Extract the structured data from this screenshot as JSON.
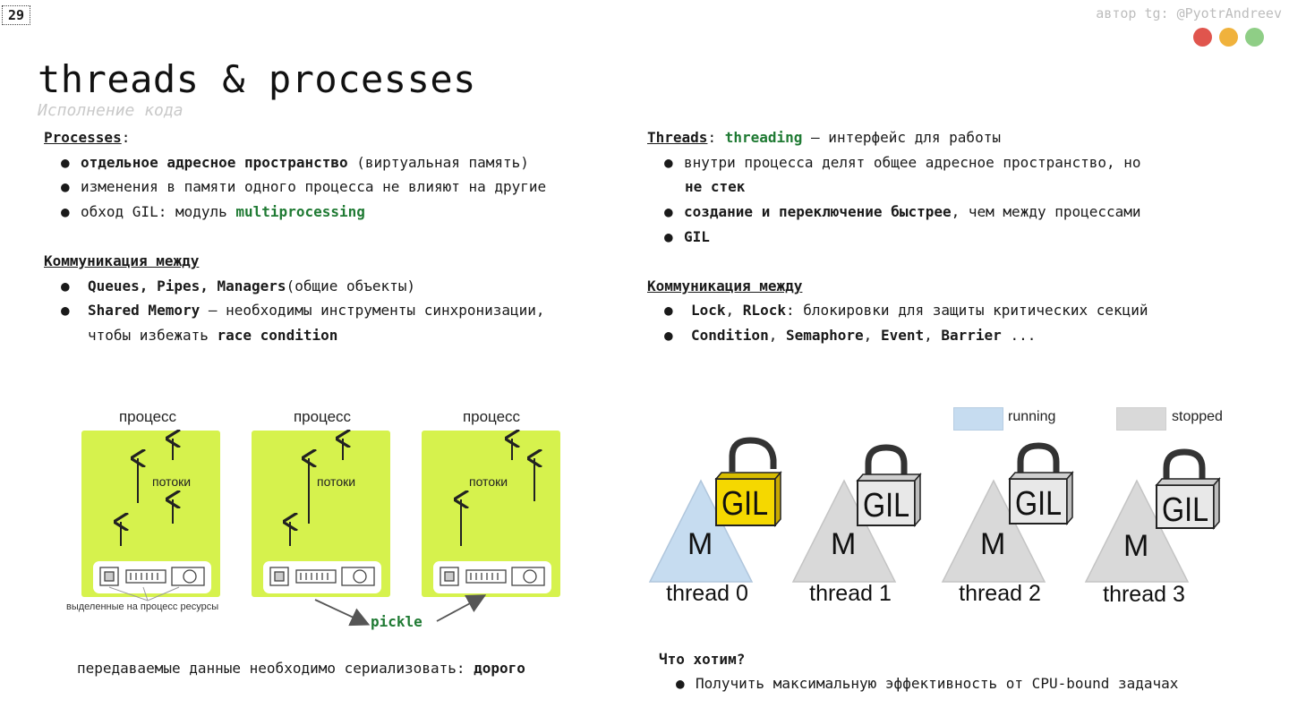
{
  "slide_number": "29",
  "author": "автор tg: @PyotrAndreev",
  "window_dots": [
    "#e0554d",
    "#f0b23c",
    "#8fce86"
  ],
  "title": "threads & processes",
  "subtitle": "Исполнение кода",
  "left": {
    "heading": "Processes",
    "heading_suffix": ":",
    "bullets": [
      {
        "bold": "отдельное адресное пространство",
        "rest": " (виртуальная память)"
      },
      {
        "text": "изменения в памяти одного процесса не влияют на другие"
      },
      {
        "text": "обход GIL: модуль ",
        "green": "multiprocessing"
      }
    ],
    "comm_heading": "Коммуникация между",
    "comm_bullets": [
      {
        "bold": "Queues, Pipes, Managers",
        "rest": "(общие объекты)"
      },
      {
        "bold": "Shared Memory",
        "rest": " – необходимы инструменты синхронизации,",
        "cont": "чтобы избежать ",
        "cont_bold": "race condition"
      }
    ]
  },
  "right": {
    "heading": "Threads",
    "heading_sep": ": ",
    "heading_green": "threading",
    "heading_rest": " – интерфейс для работы",
    "bullets": [
      {
        "text": "внутри процесса делят общее адресное пространство, но",
        "cont_bold": "не стек"
      },
      {
        "bold": "создание и переключение быстрее",
        "rest": ", чем между процессами"
      },
      {
        "text": "GIL"
      }
    ],
    "comm_heading": "Коммуникация между",
    "comm_bullets": [
      {
        "bold": "Lock",
        "sep": ", ",
        "bold2": "RLock",
        "rest": ": блокировки для защиты критических секций"
      },
      {
        "bold": "Condition",
        "sep": ", ",
        "bold2": "Semaphore",
        "sep2": ", ",
        "bold3": "Event",
        "sep3": ", ",
        "bold4": "Barrier",
        "rest": " ..."
      }
    ]
  },
  "diagram_processes": {
    "labels": [
      "процесс",
      "процесс",
      "процесс"
    ],
    "threads_label": "потоки",
    "resources_caption": "выделенные на процесс ресурсы",
    "pickle": "pickle",
    "colors": {
      "box": "#d6f24d"
    }
  },
  "bottom_left": {
    "text": "передаваемые данные необходимо сериализовать: ",
    "bold": "дорого"
  },
  "diagram_gil": {
    "legend": [
      {
        "label": "running",
        "color": "#c6dcf0"
      },
      {
        "label": "stopped",
        "color": "#d9d9d9"
      }
    ],
    "lock_text": "GIL",
    "m_label": "M",
    "threads": [
      "thread 0",
      "thread 1",
      "thread 2",
      "thread 3"
    ],
    "colors": {
      "gil_active": "#f5d800",
      "gil_idle": "#e8e8e8"
    }
  },
  "want": {
    "heading": "Что хотим?",
    "bullet": "Получить максимальную эффективность от CPU-bound задачах"
  }
}
